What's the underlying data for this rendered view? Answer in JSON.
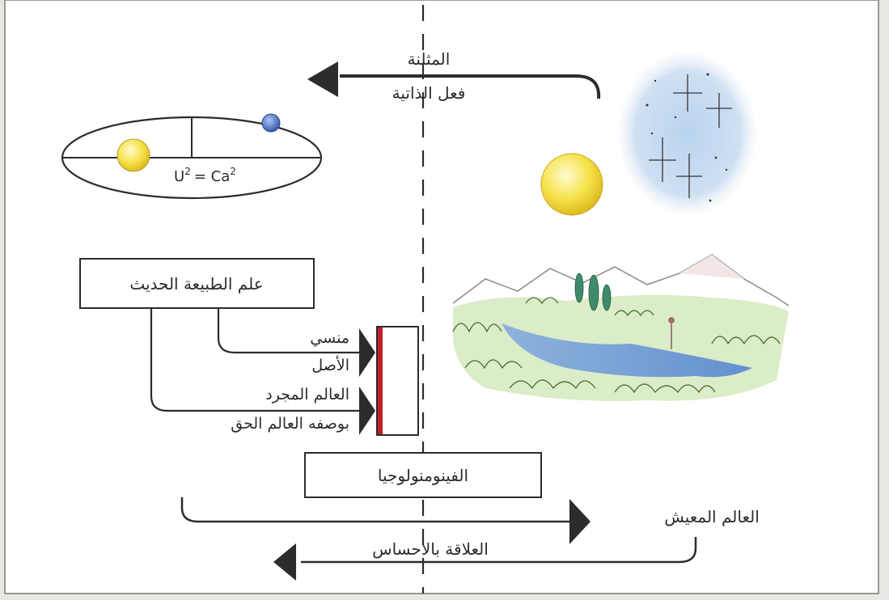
{
  "labels": {
    "triangulation": "المثلنة",
    "act_of_subjectivity": "فعل الذاتية",
    "equation_u": "U",
    "equation_sup": "2",
    "equation_eq": "= Ca",
    "equation_sup2": "2",
    "modern_science": "علم الطبيعة الحديث",
    "forgotten": "منسي",
    "origin": "الأصل",
    "abstract_world": "العالم المجرد",
    "as_true_world": "بوصفه العالم الحق",
    "phenomenology": "الفينومنولوجيا",
    "lived_world": "العالم المعيش",
    "sensory_relation": "العلاقة بالاحساس"
  },
  "colors": {
    "page": "#ffffff",
    "frame": "#7a7a7a",
    "ink": "#2c2c2c",
    "sun": "#f4e046",
    "planet": "#4a73c9",
    "sky": "#b9d3ee",
    "red_bar": "#c0202a"
  }
}
